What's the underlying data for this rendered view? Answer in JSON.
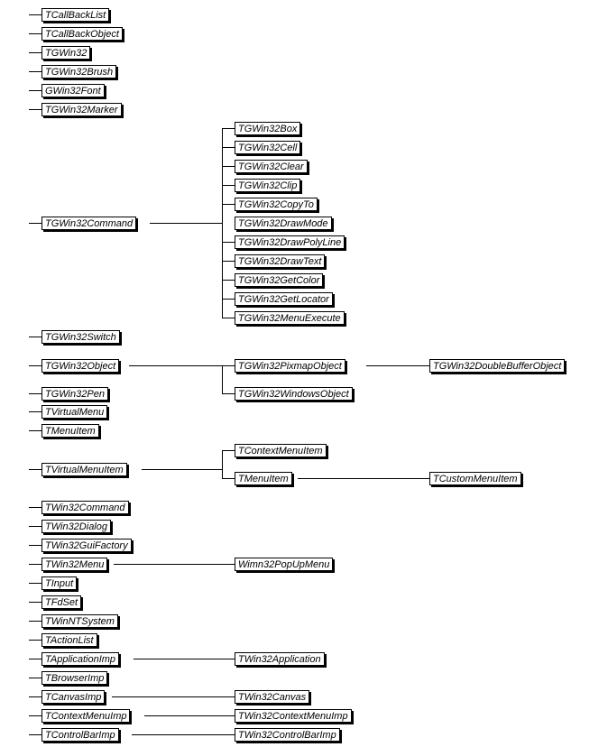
{
  "colors": {
    "background": "#ffffff",
    "line": "#000000",
    "box_border": "#000000",
    "box_shadow": "#000000"
  },
  "root_classes": [
    "TCallBackList",
    "TCallBackObject",
    "TGWin32",
    "TGWin32Brush",
    "GWin32Font",
    "TGWin32Marker",
    "TGWin32Command",
    "TGWin32Switch",
    "TGWin32Object",
    "TGWin32Pen",
    "TVirtualMenu",
    "TMenuItem",
    "TVirtualMenuItem",
    "TWin32Command",
    "TWin32Dialog",
    "TWin32GuiFactory",
    "TWin32Menu",
    "TInput",
    "TFdSet",
    "TWinNTSystem",
    "TActionList",
    "TApplicationImp",
    "TBrowserImp",
    "TCanvasImp",
    "TContextMenuImp",
    "TControlBarImp"
  ],
  "command_children": [
    "TGWin32Box",
    "TGWin32Cell",
    "TGWin32Clear",
    "TGWin32Clip",
    "TGWin32CopyTo",
    "TGWin32DrawMode",
    "TGWin32DrawPolyLine",
    "TGWin32DrawText",
    "TGWin32GetColor",
    "TGWin32GetLocator",
    "TGWin32MenuExecute"
  ],
  "object_children": [
    "TGWin32PixmapObject",
    "TGWin32WindowsObject"
  ],
  "pixmap_children": [
    "TGWin32DoubleBufferObject"
  ],
  "virtual_menu_item_children": [
    "TContextMenuItem",
    "TMenuItem"
  ],
  "menu_item_children": [
    "TCustomMenuItem"
  ],
  "win32_menu_children": [
    "Wimn32PopUpMenu"
  ],
  "application_children": [
    "TWin32Application"
  ],
  "canvas_children": [
    "TWin32Canvas"
  ],
  "context_menu_children": [
    "TWin32ContextMenuImp"
  ],
  "control_bar_children": [
    "TWin32ControlBarImp"
  ]
}
